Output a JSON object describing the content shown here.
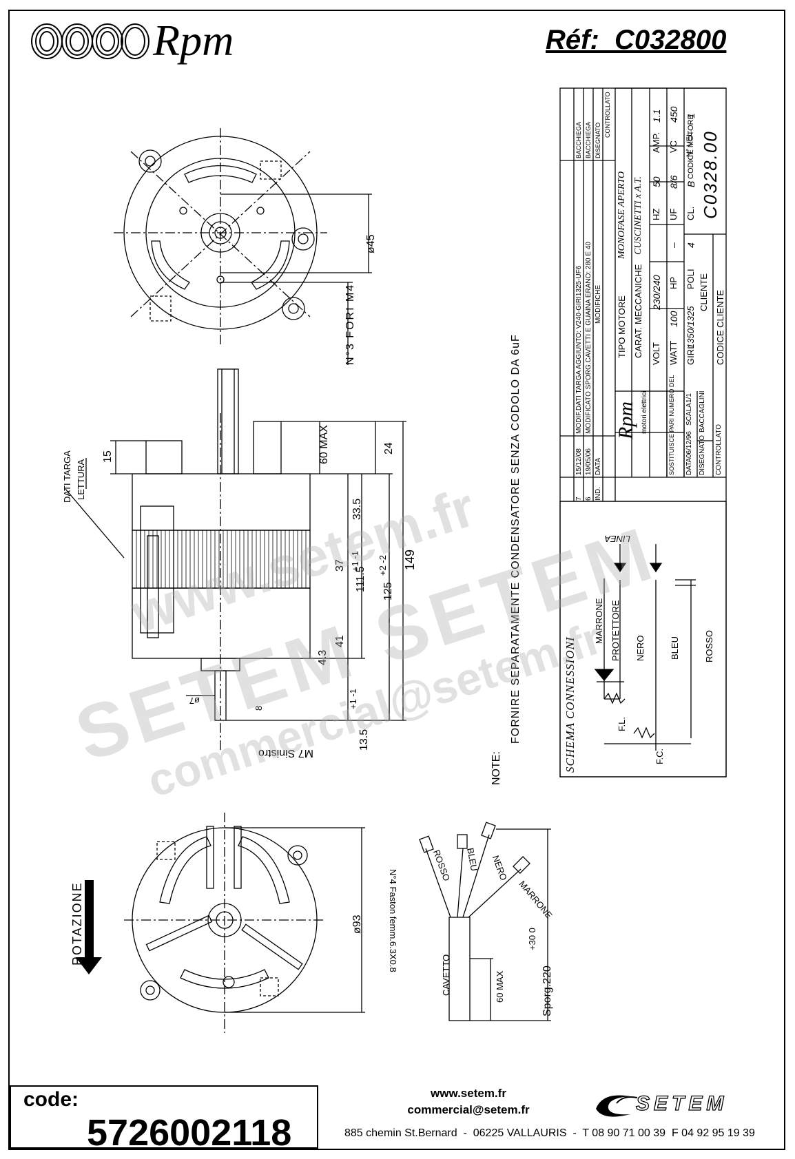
{
  "header": {
    "brand": "Rpm",
    "reference": "Réf:  C032800"
  },
  "title_block": {
    "revisions": [
      {
        "n": "7",
        "date": "15/12/08",
        "text": "MODIF.DATI TARGA AGGIUNTO: V240-GIRI1325-UF6",
        "by": "BACCHIEGA"
      },
      {
        "n": "6",
        "date": "19/05/06",
        "text": "MODIFICATO SPORG.CAVETTI E GUAINA ERANO: 280 E 40",
        "by": "BACCHIEGA"
      },
      {
        "n": "IND.",
        "date": "DATA",
        "text": "MODIFICHE",
        "by": "DISEGNATO"
      }
    ],
    "controllato_label": "CONTROLLATO",
    "tipo_motore_label": "TIPO MOTORE",
    "tipo_motore": "MONOFASE APERTO",
    "carat_meccaniche_label": "CARAT. MECCANICHE",
    "carat_meccaniche": "CUSCINETTI x A.T.",
    "volt_label": "VOLT",
    "volt": "230/240",
    "hz_label": "HZ",
    "hz": "50",
    "amp_label": "AMP.",
    "amp": "1.1",
    "watt_label": "WATT",
    "watt": "100",
    "hp_label": "HP",
    "hp": "–",
    "uf_label": "UF",
    "uf": "8/6",
    "vc_label": "VC",
    "vc": "450",
    "giri_label": "GIRI",
    "giri": "1350/1325",
    "poli_label": "POLI",
    "poli": "4",
    "cl_label": "CL.",
    "cl": "B",
    "nvel_label": "N° VEL.",
    "nvel": "1",
    "cliente_label": "CLIENTE",
    "codice_motore_label": "CODICE MOTORE",
    "codice_motore": "C0328.00",
    "codice_cliente_label": "CODICE CLIENTE",
    "company": "Rpm",
    "company_sub": "motori elettrici",
    "sostituisce_label": "SOSTITUISCE PARI NUMERO DEL",
    "sostituisce": "–",
    "data_label": "DATA",
    "data": "06/12/96",
    "scala_label": "SCALA",
    "scala": "1/1",
    "disegnato_label": "DISEGNATO",
    "disegnato": "BACCAGLINI",
    "controllato2_label": "CONTROLLATO"
  },
  "drawing": {
    "top_view_dim": "ø45",
    "fori_note": "N°3 FORI M4",
    "dati_targa": "DATI TARGA",
    "lettura": "LETTURA",
    "dim_15": "15",
    "dim_60max": "60 MAX",
    "dim_24": "24",
    "dim_33_5": "33.5",
    "dim_37": "37",
    "dim_111_5": "111.5",
    "tol_111_5": "+1 -1",
    "dim_125": "125",
    "tol_125": "+2 -2",
    "dim_149": "149",
    "dim_41": "41",
    "dim_4_3": "4.3",
    "dim_7": "ø7",
    "dim_8": "8",
    "dim_13_5": "13.5",
    "tol_13_5": "+1 -1",
    "shaft_note": "M7 Sinistro",
    "fornire_note": "FORNIRE SEPARATAMENTE CONDENSATORE SENZA CODOLO DA 6uF",
    "note_label": "NOTE:",
    "rotazione": "ROTAZIONE",
    "dim_93": "ø93",
    "faston_note": "N°4 Faston femm.6.3X0.8",
    "cavetto": "CAVETTO",
    "dim_60max_cable": "60 MAX",
    "sporg": "Sporg.220",
    "sporg_tol": "+30 0",
    "wires": [
      "ROSSO",
      "BLEU",
      "NERO",
      "MARRONE"
    ],
    "schema_title": "SCHEMA CONNESSIONI",
    "schema_labels": [
      "MARRONE",
      "PROTETTORE",
      "NERO",
      "BLEU",
      "ROSSO",
      "F.L.",
      "F.C."
    ],
    "linea": "LINEA"
  },
  "watermark": {
    "line1": "www.setem.fr",
    "line2": "SETEM SETEM",
    "line3": "commercial@setem.fr"
  },
  "footer": {
    "code_label": "code:",
    "code_value": "5726002118",
    "website": "www.setem.fr",
    "email": "commercial@setem.fr",
    "address": "885 chemin St.Bernard  -  06225 VALLAURIS  -  T 08 90 71 00 39  F 04 92 95 19 39",
    "brand": "SETEM"
  }
}
